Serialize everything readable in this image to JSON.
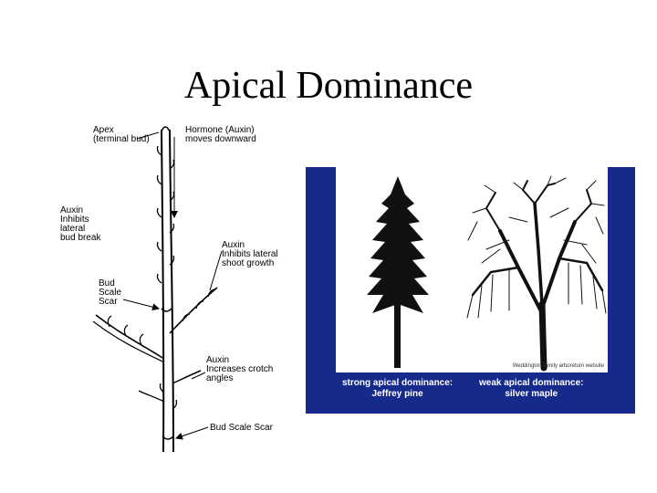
{
  "title": "Apical Dominance",
  "diagram": {
    "labels": {
      "apex": "Apex\n(terminal bud)",
      "hormone": "Hormone (Auxin)\nmoves downward",
      "auxin_inhibits_bud": "Auxin\nInhibits\nlateral\nbud break",
      "auxin_inhibits_shoot": "Auxin\nInhibits lateral\nshoot growth",
      "bud_scale_scar_upper": "Bud\nScale\nScar",
      "auxin_crotch": "Auxin\nIncreases crotch\nangles",
      "bud_scale_scar_lower": "Bud Scale Scar"
    }
  },
  "photo": {
    "credit": "Weddington family arboretum website",
    "caption_left": "strong apical dominance:\nJeffrey pine",
    "caption_right": "weak apical dominance:\nsilver maple",
    "colors": {
      "frame": "#162a8c",
      "tree": "#111111"
    }
  }
}
